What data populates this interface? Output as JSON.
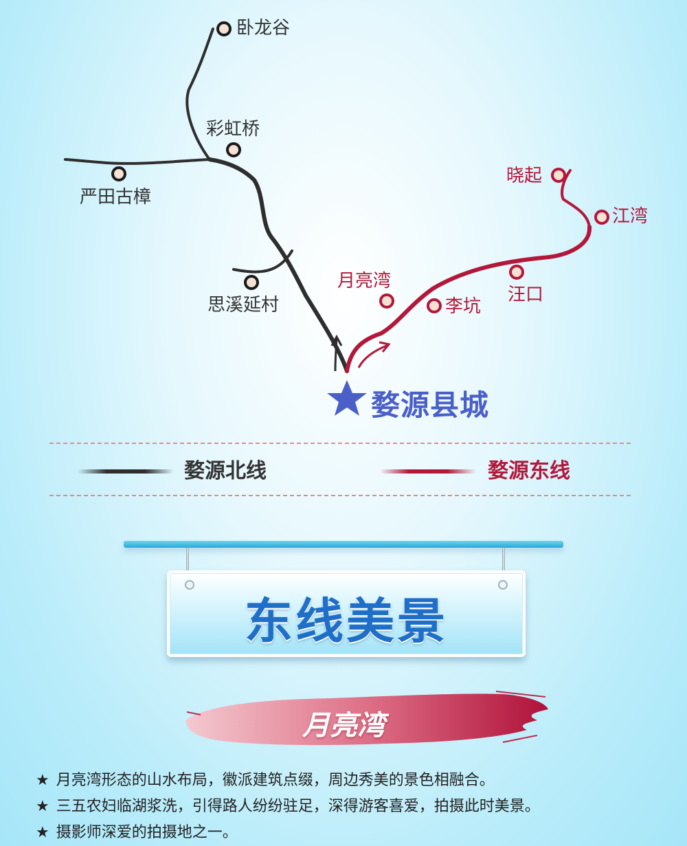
{
  "map": {
    "north_places": [
      {
        "name": "卧龙谷"
      },
      {
        "name": "彩虹桥"
      },
      {
        "name": "严田古樟"
      },
      {
        "name": "思溪延村"
      }
    ],
    "east_places": [
      {
        "name": "晓起"
      },
      {
        "name": "江湾"
      },
      {
        "name": "月亮湾"
      },
      {
        "name": "李坑"
      },
      {
        "name": "汪口"
      }
    ],
    "city": "婺源县城",
    "colors": {
      "north": "#333333",
      "east": "#b3173a",
      "city": "#4a5fc8"
    }
  },
  "legend": {
    "north_label": "婺源北线",
    "east_label": "婺源东线"
  },
  "section": {
    "title": "东线美景",
    "subtitle": "月亮湾"
  },
  "bullets": [
    {
      "star": "★",
      "text": "月亮湾形态的山水布局，徽派建筑点缀，周边秀美的景色相融合。"
    },
    {
      "star": "★",
      "text": "三五农妇临湖浆洗，引得路人纷纷驻足，深得游客喜爱，拍摄此时美景。"
    },
    {
      "star": "★",
      "text": "摄影师深爱的拍摄地之一。"
    }
  ]
}
